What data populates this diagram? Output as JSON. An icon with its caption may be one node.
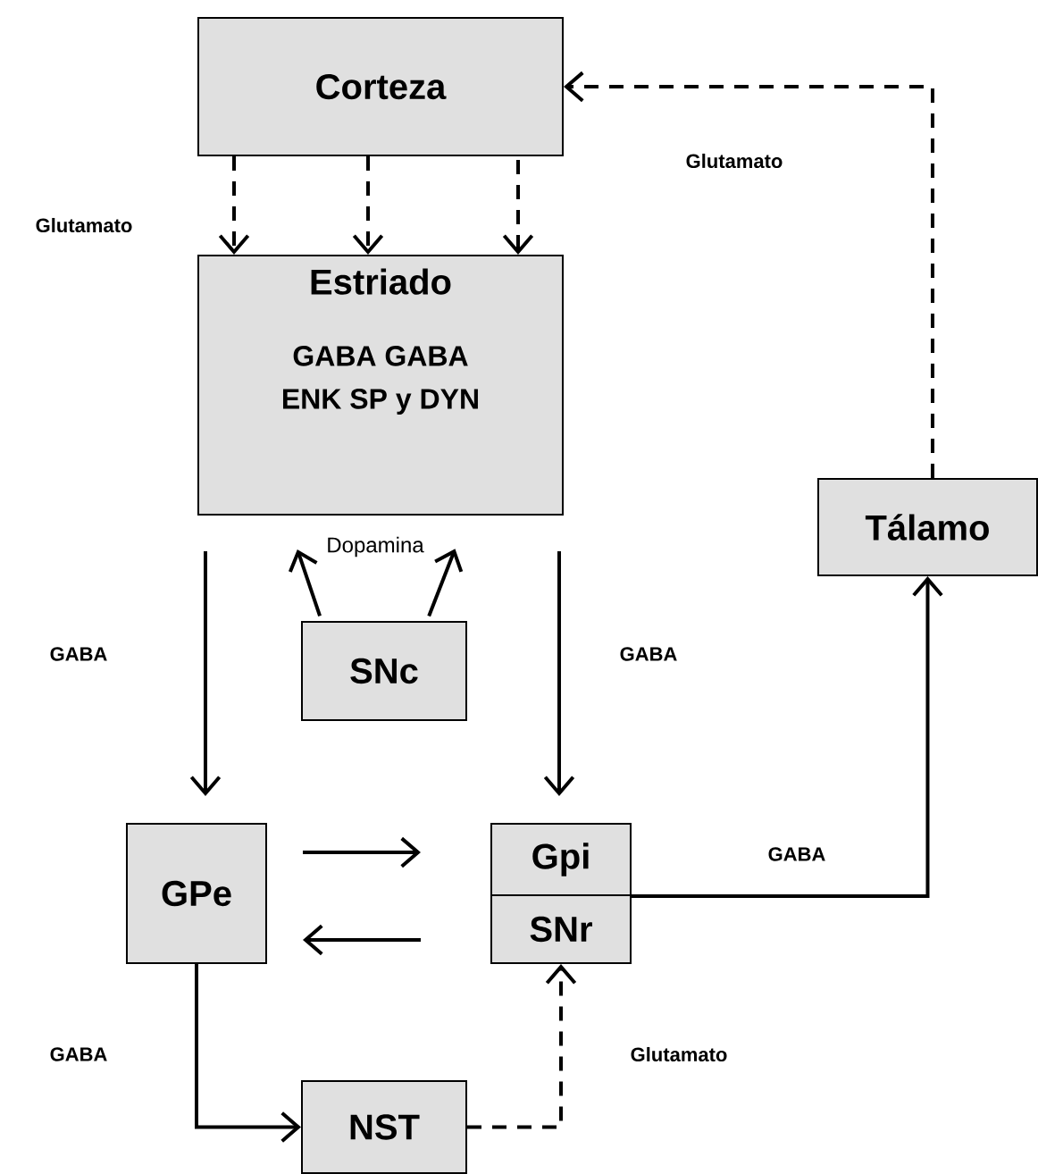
{
  "diagram": {
    "nodes": [
      {
        "text": [
          "Corteza"
        ]
      },
      {
        "text": [
          "Estriado",
          "GABA  GABA",
          "ENK SP y DYN"
        ]
      },
      {
        "text": [
          "Tálamo"
        ]
      },
      {
        "text": [
          "SNc"
        ]
      },
      {
        "text": [
          "GPe"
        ]
      },
      {
        "text": [
          "Gpi"
        ]
      },
      {
        "text": [
          "SNr"
        ]
      },
      {
        "text": [
          "NST"
        ]
      }
    ],
    "edges": [
      {
        "from": 0,
        "to": 1,
        "arrow": "to",
        "style": "dashed"
      },
      {
        "from": 0,
        "to": 1,
        "arrow": "to",
        "style": "dashed"
      },
      {
        "from": 0,
        "to": 1,
        "arrow": "to",
        "style": "dashed"
      },
      {
        "from": 2,
        "to": 0,
        "arrow": "to",
        "style": "dashed",
        "label": "Glutamato"
      },
      {
        "from": 3,
        "to": 1,
        "arrow": "to",
        "label": "Dopamina"
      },
      {
        "from": 3,
        "to": 1,
        "arrow": "to"
      },
      {
        "from": 1,
        "to": 4,
        "arrow": "to",
        "label": "GABA"
      },
      {
        "from": 1,
        "to": 5,
        "arrow": "to",
        "label": "GABA"
      },
      {
        "from": 4,
        "to": 5,
        "arrow": "to"
      },
      {
        "from": 6,
        "to": 4,
        "arrow": "to"
      },
      {
        "from": 5,
        "to": 2,
        "arrow": "to",
        "label": "GABA"
      },
      {
        "from": 4,
        "to": 7,
        "arrow": "to",
        "label": "GABA"
      },
      {
        "from": 7,
        "to": 6,
        "arrow": "to",
        "style": "dashed",
        "label": "Glutamato"
      }
    ],
    "labels": [
      "Glutamato"
    ]
  }
}
